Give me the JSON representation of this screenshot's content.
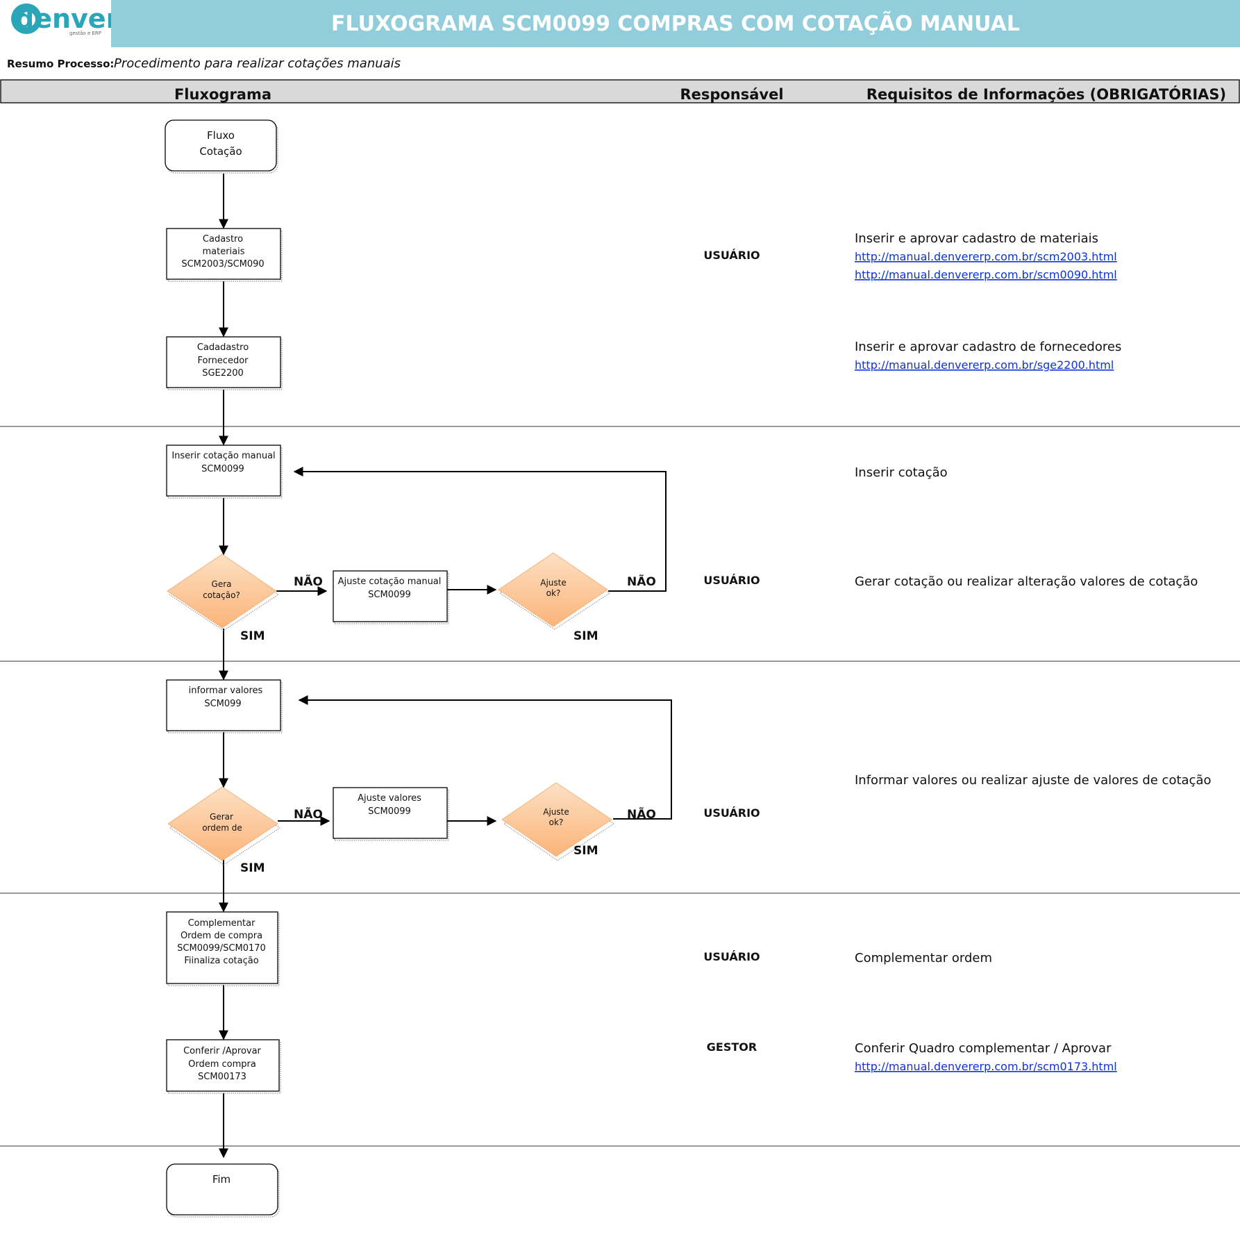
{
  "header": {
    "logo_text": "denver",
    "logo_tagline": "gestão e ERP",
    "title": "FLUXOGRAMA SCM0099 COMPRAS COM COTAÇÃO MANUAL",
    "colors": {
      "title_bar": "#92cddc",
      "logo_teal": "#2aa6b8",
      "header_row": "#d9d9d9",
      "link": "#0b34d6",
      "diamond": "#fbc08a"
    }
  },
  "summary": {
    "label": "Resumo Processo:",
    "text": "Procedimento para realizar cotações manuais"
  },
  "columns": {
    "flow": "Fluxograma",
    "responsible": "Responsável",
    "requirements": "Requisitos de Informações (OBRIGATÓRIAS)"
  },
  "nodes": {
    "start": [
      "Fluxo",
      "Cotação"
    ],
    "cad_materiais": [
      "Cadastro",
      "materiais",
      "SCM2003/SCM090"
    ],
    "cad_fornecedor": [
      "Cadadastro",
      "Fornecedor",
      "SGE2200"
    ],
    "inserir_cotacao": [
      "Inserir cotação  manual",
      "SCM0099"
    ],
    "gera_cotacao": [
      "Gera",
      "cotação?"
    ],
    "ajuste_cotacao": [
      "Ajuste cotação manual",
      "SCM0099"
    ],
    "ajuste_ok_1": [
      "Ajuste",
      "ok?"
    ],
    "informar_valores": [
      "informar valores",
      "SCM099"
    ],
    "gerar_ordem": [
      "Gerar",
      "ordem de"
    ],
    "ajuste_valores": [
      "Ajuste valores",
      "SCM0099"
    ],
    "ajuste_ok_2": [
      "Ajuste",
      "ok?"
    ],
    "complementar": [
      "Complementar",
      "Ordem de compra",
      "SCM0099/SCM0170",
      "Fiinaliza cotação"
    ],
    "conferir": [
      "Conferir /Aprovar",
      "Ordem compra",
      "SCM00173"
    ],
    "end": [
      "Fim"
    ]
  },
  "labels": {
    "nao": "NÃO",
    "sim": "SIM"
  },
  "responsible": {
    "r1": "USUÁRIO",
    "r2": "USUÁRIO",
    "r3": "USUÁRIO",
    "r4": "USUÁRIO",
    "r5": "GESTOR"
  },
  "requirements": {
    "materiais": "Inserir e aprovar cadastro de materiais",
    "materiais_link1": "http://manual.denvererp.com.br/scm2003.html",
    "materiais_link2": "http://manual.denvererp.com.br/scm0090.html",
    "fornecedores": "Inserir e aprovar cadastro de fornecedores",
    "fornecedores_link": "http://manual.denvererp.com.br/sge2200.html",
    "inserir_cotacao": "Inserir cotação",
    "gerar_cotacao": "Gerar cotação ou realizar alteração valores de cotação",
    "informar_valores": "Informar valores ou realizar ajuste de valores de cotação",
    "complementar": "Complementar ordem",
    "conferir": "Conferir Quadro complementar / Aprovar",
    "conferir_link": "http://manual.denvererp.com.br/scm0173.html"
  }
}
